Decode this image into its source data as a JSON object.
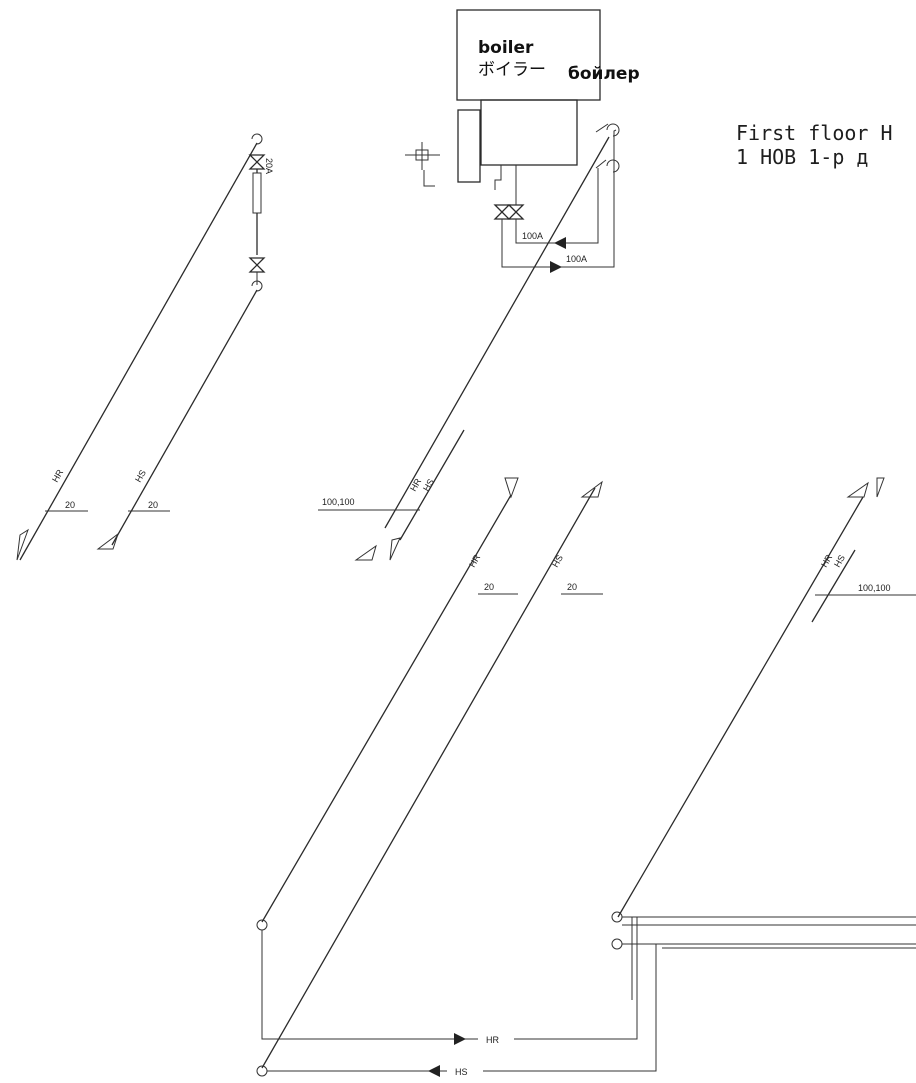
{
  "boiler": {
    "label_en": "boiler",
    "label_jp": "ボイラー",
    "label_mn": "бойлер"
  },
  "title": {
    "line1": "First floor H",
    "line2": "1 HOB 1-р д"
  },
  "pipes": {
    "hr": "HR",
    "hs": "HS"
  },
  "dimensions": {
    "d20": "20",
    "d100": "100,100",
    "valve_20a": "20A",
    "d100a": "100A"
  }
}
